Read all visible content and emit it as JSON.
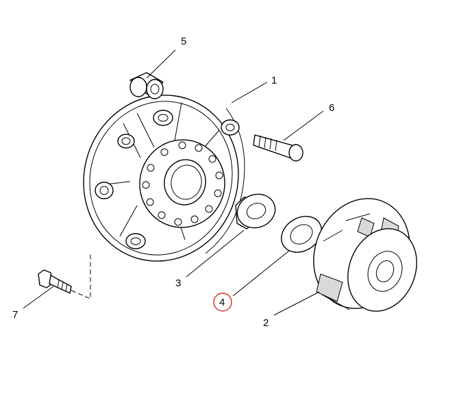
{
  "callouts": [
    {
      "number": "1",
      "highlighted": false
    },
    {
      "number": "2",
      "highlighted": false
    },
    {
      "number": "3",
      "highlighted": false
    },
    {
      "number": "4",
      "highlighted": true
    },
    {
      "number": "5",
      "highlighted": false
    },
    {
      "number": "6",
      "highlighted": false
    },
    {
      "number": "7",
      "highlighted": false
    }
  ],
  "colors": {
    "highlight_ring": "#d42a2a",
    "line": "#000000",
    "background": "#ffffff"
  }
}
